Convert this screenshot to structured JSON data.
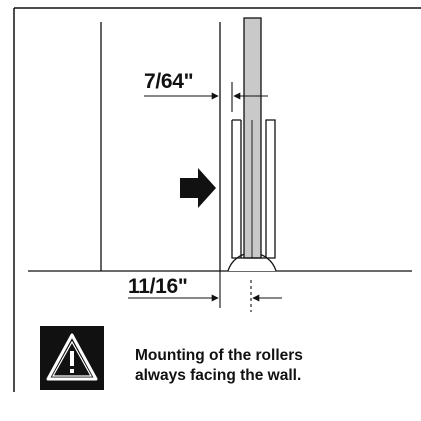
{
  "dimensions": {
    "gap": "7/64\"",
    "offset": "11/16\""
  },
  "warning": {
    "icon": "warning-triangle-icon",
    "text_line1": "Mounting of the rollers",
    "text_line2": "always facing the wall."
  },
  "colors": {
    "line": "#111111",
    "panel_fill": "#c9c9c9",
    "background": "#ffffff"
  }
}
